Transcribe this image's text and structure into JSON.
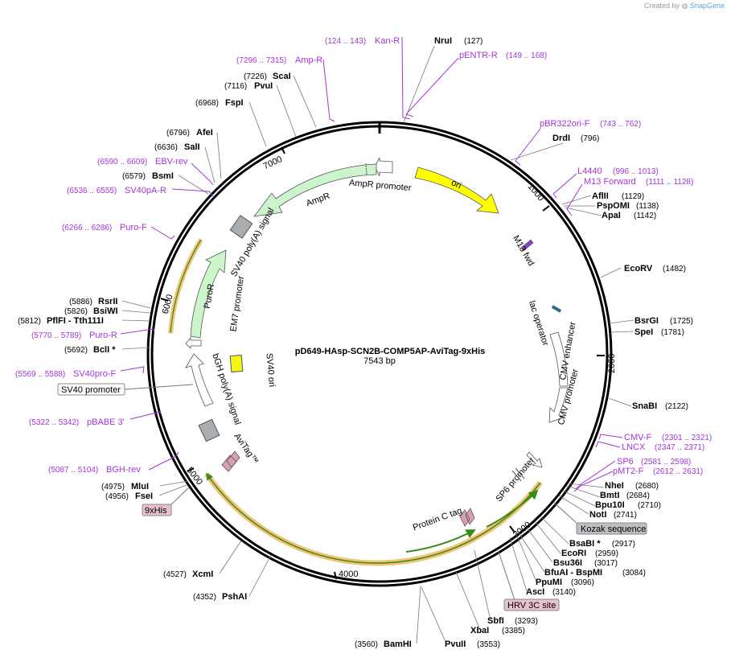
{
  "credit": {
    "text": "Created by",
    "brand": "SnapGene"
  },
  "plasmid": {
    "name": "pD649-HAsp-SCN2B-COMP5AP-AviTag-9xHis",
    "size_label": "7543 bp",
    "length": 7543
  },
  "ticks": [
    "1000",
    "2000",
    "3000",
    "4000",
    "5000",
    "6000",
    "7000"
  ],
  "enzymes": [
    {
      "name": "NruI",
      "pos": "(127)"
    },
    {
      "name": "DrdI",
      "pos": "(796)"
    },
    {
      "name": "AflII",
      "pos": "(1129)"
    },
    {
      "name": "PspOMI",
      "pos": "(1138)"
    },
    {
      "name": "ApaI",
      "pos": "(1142)"
    },
    {
      "name": "EcoRV",
      "pos": "(1482)"
    },
    {
      "name": "BsrGI",
      "pos": "(1725)"
    },
    {
      "name": "SpeI",
      "pos": "(1781)"
    },
    {
      "name": "SnaBI",
      "pos": "(2122)"
    },
    {
      "name": "NheI",
      "pos": "(2680)"
    },
    {
      "name": "BmtI",
      "pos": "(2684)"
    },
    {
      "name": "Bpu10I",
      "pos": "(2710)"
    },
    {
      "name": "NotI",
      "pos": "(2741)"
    },
    {
      "name": "BsaBI *",
      "pos": "(2917)"
    },
    {
      "name": "EcoRI",
      "pos": "(2959)"
    },
    {
      "name": "Bsu36I",
      "pos": "(3017)"
    },
    {
      "name": "BfuAI - BspMI",
      "pos": "(3084)"
    },
    {
      "name": "PpuMI",
      "pos": "(3096)"
    },
    {
      "name": "AscI",
      "pos": "(3140)"
    },
    {
      "name": "SbfI",
      "pos": "(3293)"
    },
    {
      "name": "XbaI",
      "pos": "(3385)"
    },
    {
      "name": "PvuII",
      "pos": "(3553)"
    },
    {
      "name": "BamHI",
      "pos": "(3560)"
    },
    {
      "name": "PshAI",
      "pos": "(4352)"
    },
    {
      "name": "XcmI",
      "pos": "(4527)"
    },
    {
      "name": "FseI",
      "pos": "(4956)"
    },
    {
      "name": "MluI",
      "pos": "(4975)"
    },
    {
      "name": "BclI *",
      "pos": "(5692)"
    },
    {
      "name": "PflFI - Tth111I",
      "pos": "(5812)"
    },
    {
      "name": "BsiWI",
      "pos": "(5826)"
    },
    {
      "name": "RsrII",
      "pos": "(5886)"
    },
    {
      "name": "BsmI",
      "pos": "(6579)"
    },
    {
      "name": "SalI",
      "pos": "(6636)"
    },
    {
      "name": "AfeI",
      "pos": "(6796)"
    },
    {
      "name": "FspI",
      "pos": "(6968)"
    },
    {
      "name": "PvuI",
      "pos": "(7116)"
    },
    {
      "name": "ScaI",
      "pos": "(7226)"
    }
  ],
  "primers": [
    {
      "name": "Kan-R",
      "range": "(124 .. 143)"
    },
    {
      "name": "pENTR-R",
      "range": "(149 .. 168)"
    },
    {
      "name": "pBR322ori-F",
      "range": "(743 .. 762)"
    },
    {
      "name": "L4440",
      "range": "(996 .. 1013)"
    },
    {
      "name": "M13 Forward",
      "range": "(1111 .. 1128)"
    },
    {
      "name": "CMV-F",
      "range": "(2301 .. 2321)"
    },
    {
      "name": "LNCX",
      "range": "(2347 .. 2371)"
    },
    {
      "name": "SP6",
      "range": "(2581 .. 2598)"
    },
    {
      "name": "pMT2-F",
      "range": "(2612 .. 2631)"
    },
    {
      "name": "BGH-rev",
      "range": "(5087 .. 5104)"
    },
    {
      "name": "pBABE 3'",
      "range": "(5322 .. 5342)"
    },
    {
      "name": "SV40pro-F",
      "range": "(5569 .. 5588)"
    },
    {
      "name": "Puro-R",
      "range": "(5770 .. 5789)"
    },
    {
      "name": "Puro-F",
      "range": "(6266 .. 6286)"
    },
    {
      "name": "SV40pA-R",
      "range": "(6536 .. 6555)"
    },
    {
      "name": "EBV-rev",
      "range": "(6590 .. 6609)"
    },
    {
      "name": "Amp-R",
      "range": "(7296 .. 7315)"
    }
  ],
  "features": {
    "ori": "ori",
    "m13_fwd": "M13 fwd",
    "lac_operator": "lac operator",
    "cmv_enhancer": "CMV enhancer",
    "cmv_promoter": "CMV promoter",
    "sp6_promoter": "SP6 promoter",
    "protein_c_tag": "Protein C tag",
    "avitag": "AviTag™",
    "bgh_polya": "bGH poly(A) signal",
    "sv40_ori": "SV40 ori",
    "em7_promoter": "EM7 promoter",
    "puror": "PuroR",
    "sv40_polya": "SV40 poly(A) signal",
    "ampr": "AmpR",
    "ampr_promoter": "AmpR promoter"
  },
  "boxed_labels": {
    "kozak": "Kozak sequence",
    "hrv3c": "HRV 3C site",
    "ninexhis": "9xHis",
    "sv40_promoter": "SV40 promoter"
  },
  "colors": {
    "backbone": "#000000",
    "primer": "#a335d6",
    "ori": "#ffff00",
    "promoter": "#ffffff",
    "marker": "#ccf5cc",
    "polya": "#a9adb2",
    "tag": "#d99fb3",
    "sv40ori": "#f5f51a",
    "cds_highlight": "#f3c375",
    "cds_line": "#3a8a1a",
    "kozak_box": "#bcc0c4",
    "site_box": "#e8c0cf"
  }
}
